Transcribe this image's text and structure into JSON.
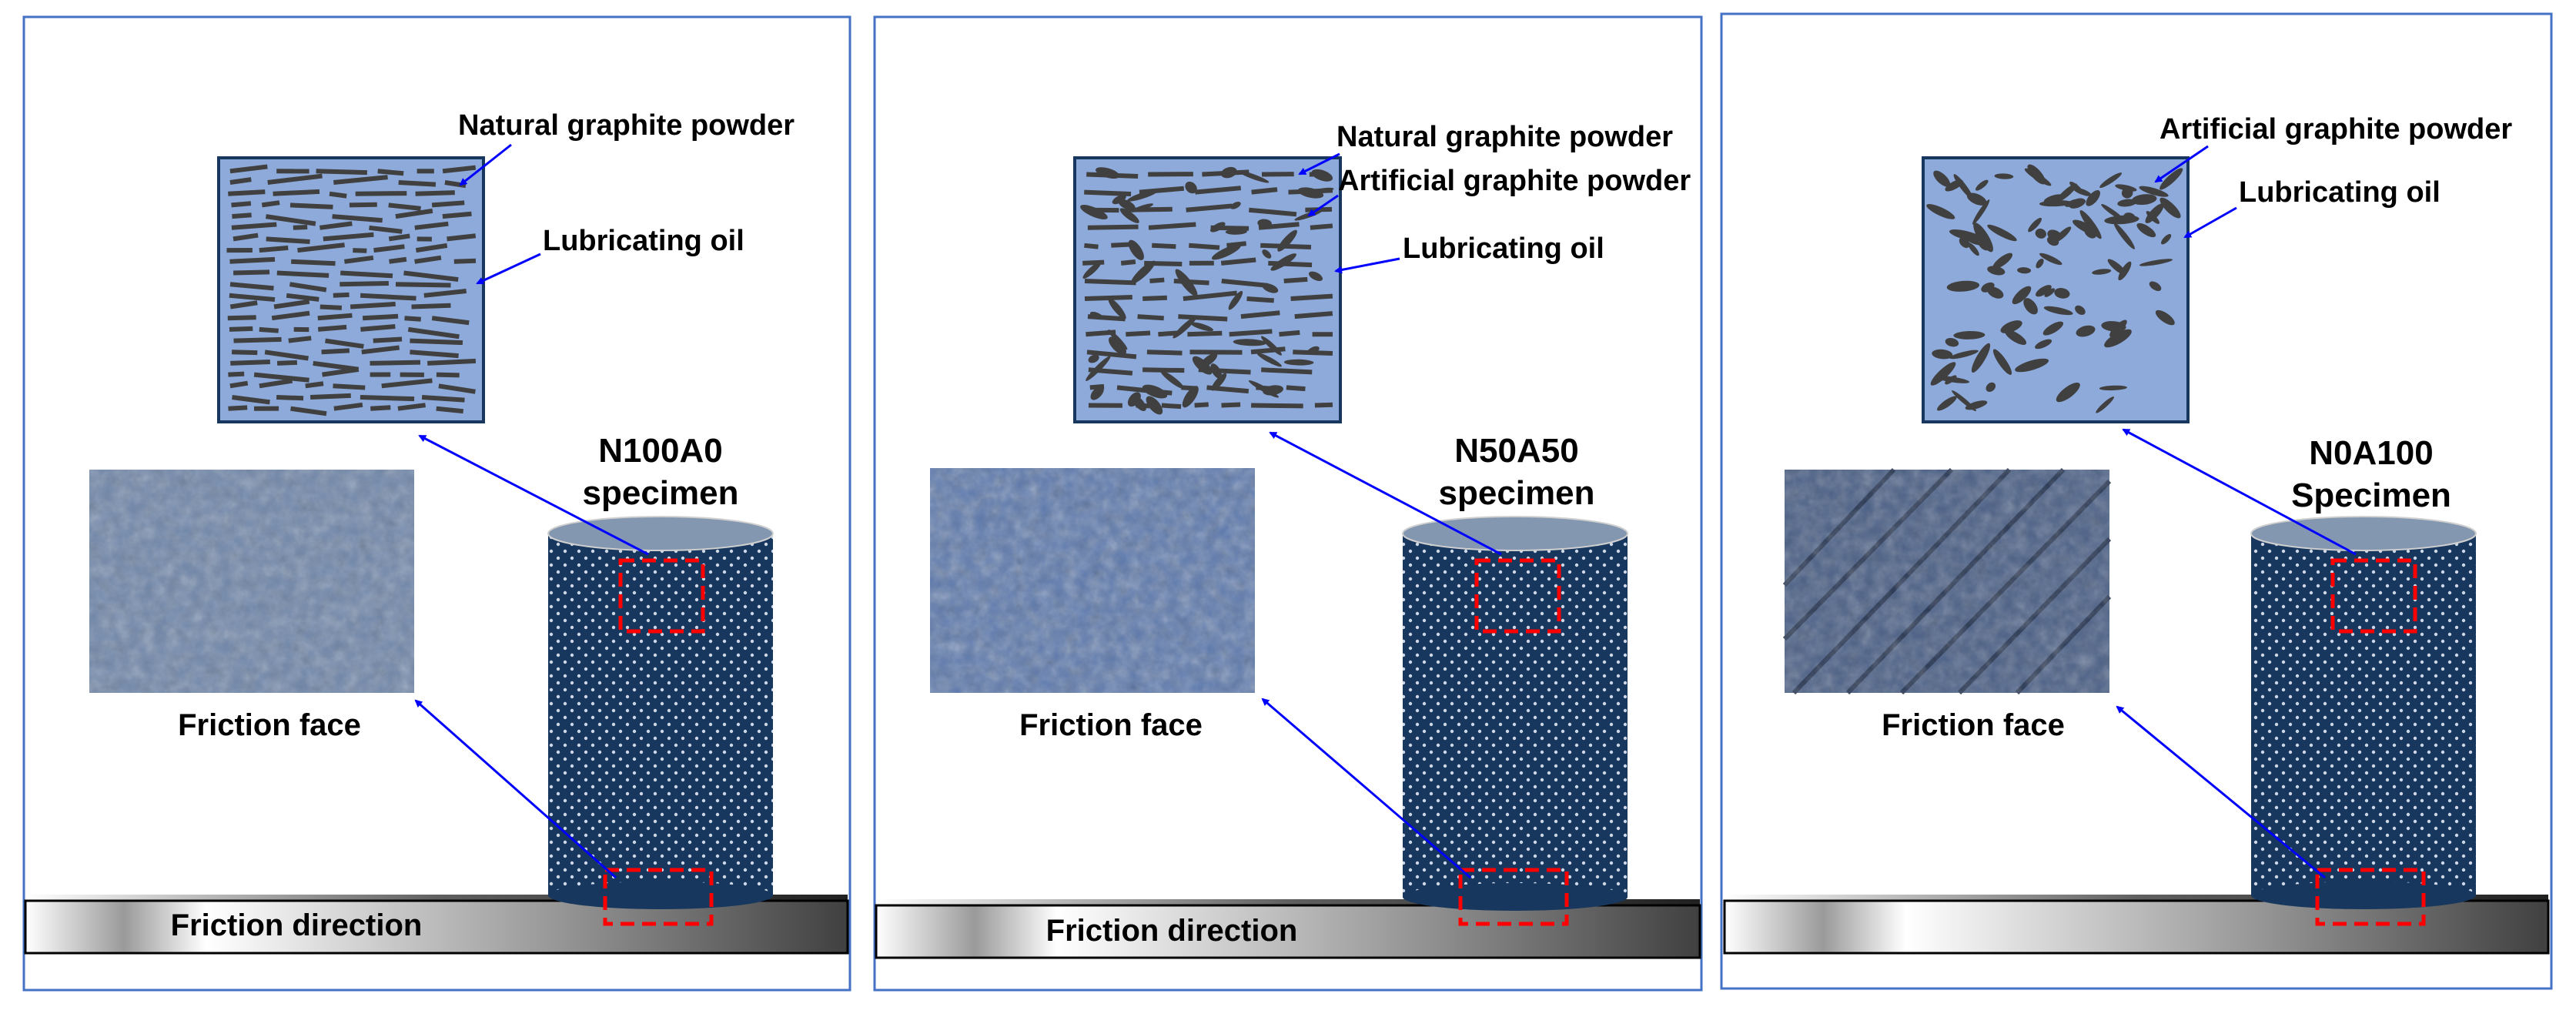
{
  "colors": {
    "panel_border": "#4472c4",
    "arrow": "#0000ff",
    "cylinder": "#17375e",
    "cylinder_dots": "#cfd8e6",
    "dash_box": "#ff0000",
    "inset_bg": "#8eaadb",
    "particle": "#404040",
    "belt_light": "#ffffff",
    "belt_dark": "#404040"
  },
  "panels": [
    {
      "id": "n100a0",
      "specimen_line1": "N100A0",
      "specimen_line2": "specimen",
      "inset_labels": [
        "Natural graphite powder",
        "Lubricating oil"
      ],
      "particle_mix": "natural",
      "friction_face_label": "Friction face",
      "friction_direction_label": "Friction  direction"
    },
    {
      "id": "n50a50",
      "specimen_line1": "N50A50",
      "specimen_line2": "specimen",
      "inset_labels": [
        "Natural graphite powder",
        "Artificial graphite powder",
        "Lubricating oil"
      ],
      "particle_mix": "mixed",
      "friction_face_label": "Friction face",
      "friction_direction_label": "Friction  direction"
    },
    {
      "id": "n0a100",
      "specimen_line1": "N0A100",
      "specimen_line2": "Specimen",
      "inset_labels": [
        "Artificial graphite powder",
        "Lubricating oil"
      ],
      "particle_mix": "artificial",
      "friction_face_label": "Friction face",
      "friction_direction_label": ""
    }
  ]
}
